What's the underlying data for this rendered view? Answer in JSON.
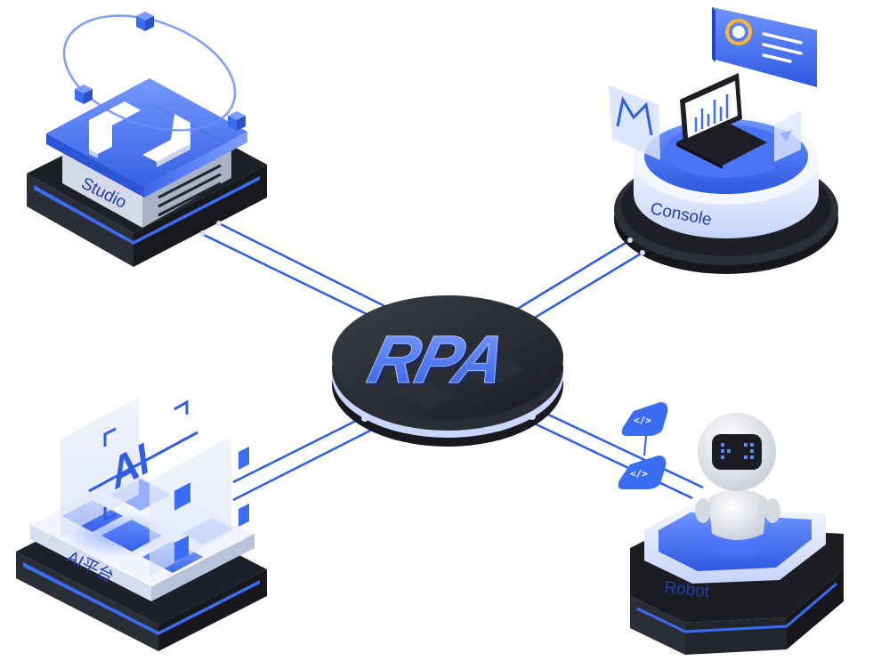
{
  "hub": {
    "label": "RPA"
  },
  "nodes": {
    "studio": {
      "label": "Studio"
    },
    "console": {
      "label": "Console"
    },
    "ai_platform": {
      "label": "AI平台",
      "panel_text": "AI"
    },
    "robot": {
      "label": "Robot",
      "code_badge": "</>"
    }
  },
  "colors": {
    "accent_blue": "#3a6cf4",
    "light_blue": "#c9d8ff",
    "dark_base": "#23262e",
    "connector": "#2f5de6"
  }
}
